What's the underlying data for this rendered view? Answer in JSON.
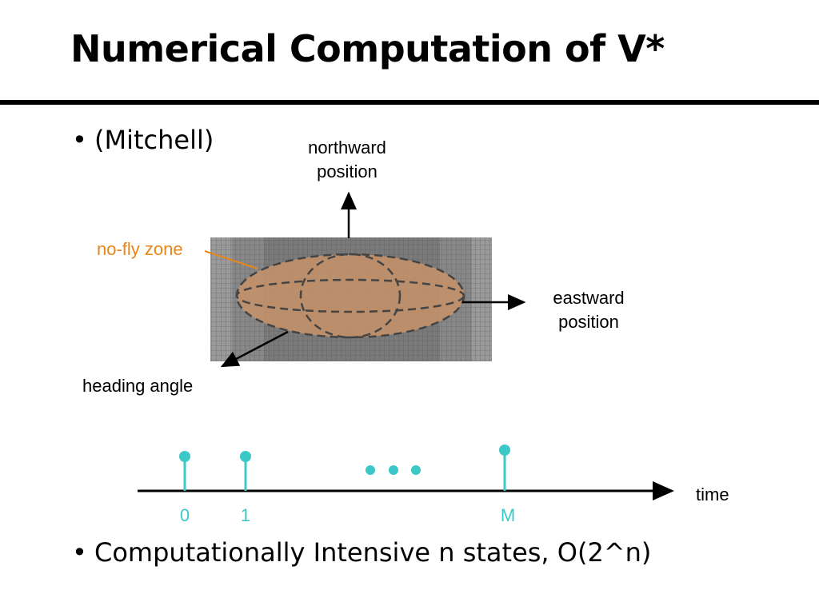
{
  "slide": {
    "title": "Numerical Computation of V*",
    "bullets": [
      {
        "marker": "•",
        "text": "(Mitchell)"
      },
      {
        "marker": "•",
        "text": "Computationally Intensive n states, O(2^n)"
      }
    ]
  },
  "figure": {
    "axis_north": [
      "northward",
      "position"
    ],
    "axis_east": [
      "eastward",
      "position"
    ],
    "axis_heading": "heading angle",
    "zone_label": "no-fly zone",
    "zone_label_color": "#e8861a",
    "zone_fill_color": "#c8936a",
    "grid_color": "#7a7a7a"
  },
  "timeline": {
    "axis_label": "time",
    "ticks": [
      "0",
      "1",
      "M"
    ],
    "ellipsis": "• • •",
    "accent_color": "#3cc8c8"
  }
}
